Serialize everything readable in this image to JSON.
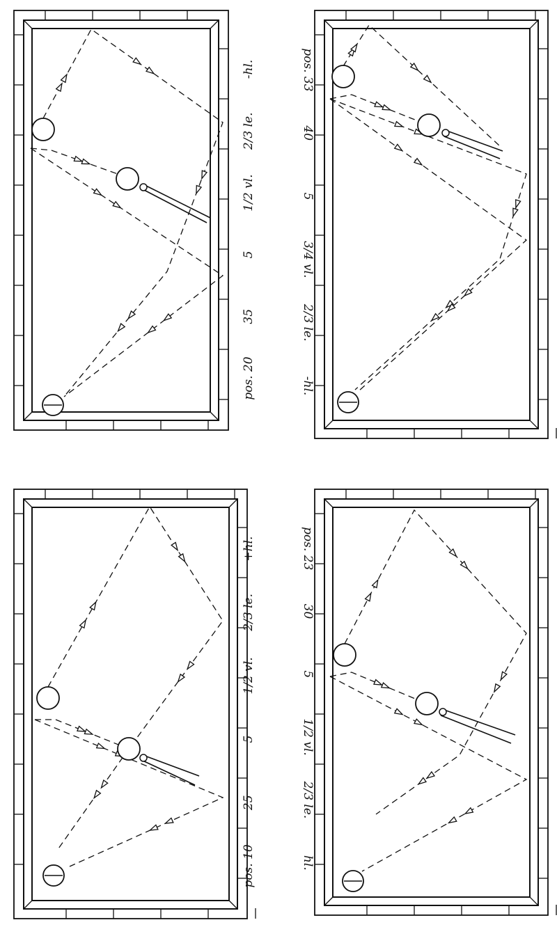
{
  "diagrams": [
    {
      "caption": [
        "pos. 20",
        "35",
        "5",
        "1/2 vl.",
        "2/3 le.",
        "-hl."
      ]
    },
    {
      "caption": [
        "pos. 33",
        "40",
        "5",
        "3/4 vl.",
        "2/3 le.",
        "-hl."
      ]
    },
    {
      "caption": [
        "pos. 10",
        "25",
        "5",
        "1/2 vl.",
        "2/3 le.",
        "+hl."
      ]
    },
    {
      "caption": [
        "pos. 23",
        "30",
        "5",
        "1/2 vl.",
        "2/3 le.",
        "hl."
      ]
    }
  ],
  "colors": {
    "ink": "#111111",
    "paper": "#ffffff"
  },
  "icons": [
    "billiard-table",
    "object-ball",
    "cue-ball",
    "cue-stick",
    "path-arrow"
  ]
}
